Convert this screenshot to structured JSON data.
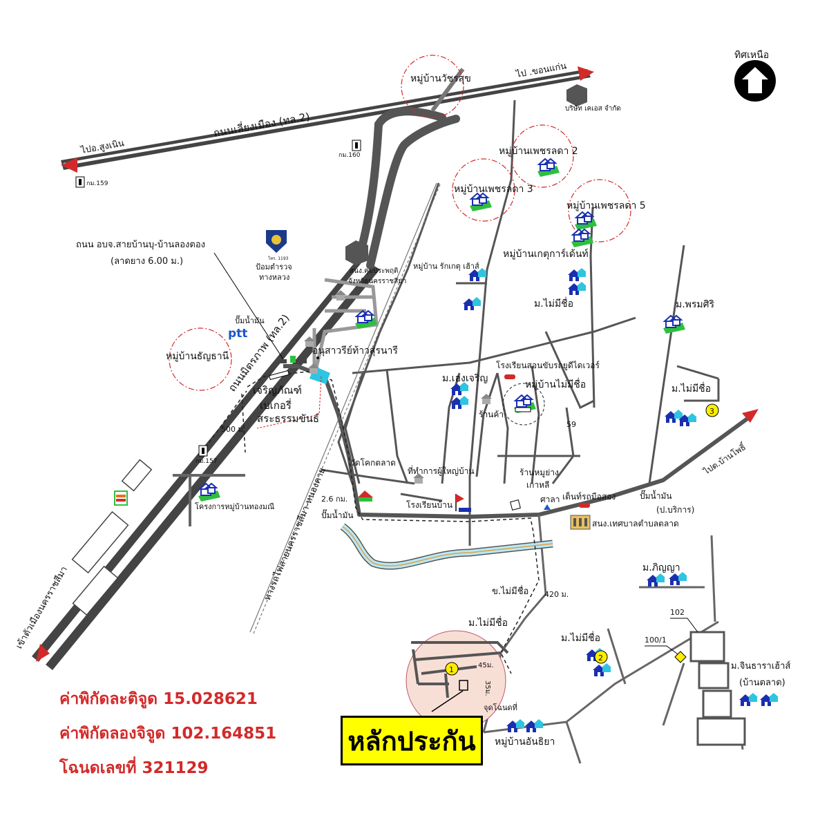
{
  "compass": {
    "label": "ทิศเหนือ",
    "icon": "north-arrow-icon"
  },
  "roads": {
    "ring_road": "ถนนเลี่ยงเมือง (ทล.2)",
    "mittraphap": "ถนนมิตรภาพ (ทล.2)",
    "obj_road_line1": "ถนน อบจ.สายบ้านบุ-บ้านลองตอง",
    "obj_road_line2": "(ลาดยาง 6.00 ม.)",
    "railway": "ทางรถไฟสายนครราชสีมา-หนองคาย",
    "to_khonkaen": "ไป .ขอนแก่น",
    "to_sungnoen": "ไปอ.สูงเนิน",
    "to_ban_pho": "ไปต.บ้านโพธิ์",
    "to_city": "เข้าตัวเมืองนครราชสีมา",
    "soi": "ข.ไม่มีชื่อ"
  },
  "km_posts": {
    "k159": "กม.159",
    "k160": "กม.160",
    "k157": "กม.157"
  },
  "distances": {
    "d500": "500 ม.",
    "d2_6": "2.6 กม.",
    "d420": "420 ม.",
    "d45": "45ม.",
    "d35": "35ม."
  },
  "villages": {
    "watcharasuk": "หมู่บ้านวัชรสุข",
    "phetlada2": "หมู่บ้านเพชรลดา 2",
    "phetlada3": "หมู่บ้านเพชรลดา 3",
    "phetlada5": "หมู่บ้านเพชรลดา 5",
    "rakket": "หมู่บ้าน รักเกตุ เฮ้าส์",
    "ketkarn": "หมู่บ้านเกตุการ์เด้นท์",
    "mai_mi_chue_1": "ม.ไม่มีชื่อ",
    "phromsiri": "ม.พรมศิริ",
    "thanyathani": "หมู่บ้านธัญธานี",
    "hengcharoen": "ม.เฮงเจริญ",
    "mai_mi_chue_center": "หมู่บ้านไม่มีชื่อ",
    "mai_mi_chue_east": "ม.ไม่มีชื่อ",
    "thongmanee": "โครงการหมู่บ้านทองมณี",
    "phinya": "ม.ภิญญา",
    "mai_mi_chue_south": "ม.ไม่มีชื่อ",
    "mai_mi_chue_2": "ม.ไม่มีชื่อ",
    "chintara_line1": "ม.จินธาราเฮ้าส์",
    "chintara_line2": "(บ้านตลาด)",
    "anthiya": "หมู่บ้านอันธิยา"
  },
  "places": {
    "kes_company": "บริษัท เคเอส จำกัด",
    "police_line1": "ป้อมตำรวจ",
    "police_line2": "ทางหลวง",
    "police_badge": "โทร. 1193",
    "land_office_line1": "สนง.คุมประพฤติ",
    "land_office_line2": "จังหวัดนครราชสีมา",
    "ptt_pump": "ปั๊มน้ำมัน",
    "ptt_logo": "ptt",
    "monument": "อนุสาวรีย์ท้าวสุรนารี",
    "bakery_line1": "เจริญภัณฑ์",
    "bakery_line2": "เบเกอรี่",
    "pond": "สระธรรมขันธ์",
    "driving_school": "โรงเรียนสอนขับรถยูดีไดเวอร์",
    "shop": "ร้านค้า",
    "num59": "59",
    "wat": "วัดโคกตลาด",
    "headman": "ที่ทำการผู้ใหญ่บ้าน",
    "school": "โรงเรียนบ้าน",
    "bbq_line1": "ร้านหมูย่าง",
    "bbq_line2": "เกาหลี",
    "sala": "ศาลา",
    "tent": "เต็นท์รถมือสอง",
    "pump2": "ปั๊มน้ำมัน",
    "pump_east_line1": "ปั๊มน้ำมัน",
    "pump_east_line2": "(ป.บริการ)",
    "municipality": "สนง.เทศบาลตำบลตลาด",
    "point_start": "จุดโฉนดที่",
    "plot_102": "102",
    "plot_100_1": "100/1"
  },
  "markers": {
    "m1": "1",
    "m2": "2",
    "m3": "3"
  },
  "coordinates": {
    "lat": "ค่าพิกัดละติจูด 15.028621",
    "lon": "ค่าพิกัดลองจิจูด 102.164851",
    "deed": "โฉนดเลขที่ 321129"
  },
  "collateral_label": "หลักประกัน",
  "colors": {
    "road": "#555555",
    "highway": "#3a3a3a",
    "accent_red": "#d22a2a",
    "marker_yellow": "#ffee00",
    "house_blue": "#1a2fb0",
    "house_green": "#2fbf3f"
  }
}
